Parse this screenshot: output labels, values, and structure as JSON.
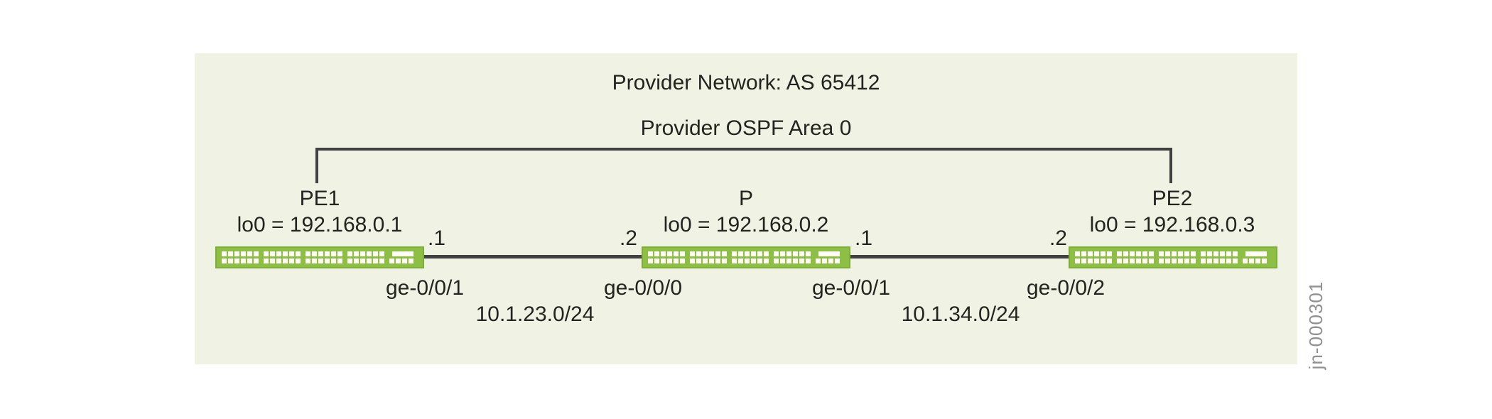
{
  "diagram": {
    "title": "Provider Network: AS 65412",
    "ospf_area_label": "Provider OSPF Area 0",
    "watermark": "jn-000301",
    "colors": {
      "panel_background": "#f0f3e3",
      "router_green": "#8cbf44",
      "line_dark": "#414141",
      "text": "#23231f",
      "watermark_gray": "#909092"
    }
  },
  "nodes": [
    {
      "name": "PE1",
      "loopback": "lo0 = 192.168.0.1"
    },
    {
      "name": "P",
      "loopback": "lo0 = 192.168.0.2"
    },
    {
      "name": "PE2",
      "loopback": "lo0 = 192.168.0.3"
    }
  ],
  "links": [
    {
      "left_ip": ".1",
      "right_ip": ".2",
      "left_interface": "ge-0/0/1",
      "right_interface": "ge-0/0/0",
      "subnet": "10.1.23.0/24"
    },
    {
      "left_ip": ".1",
      "right_ip": ".2",
      "left_interface": "ge-0/0/1",
      "right_interface": "ge-0/0/2",
      "subnet": "10.1.34.0/24"
    }
  ]
}
